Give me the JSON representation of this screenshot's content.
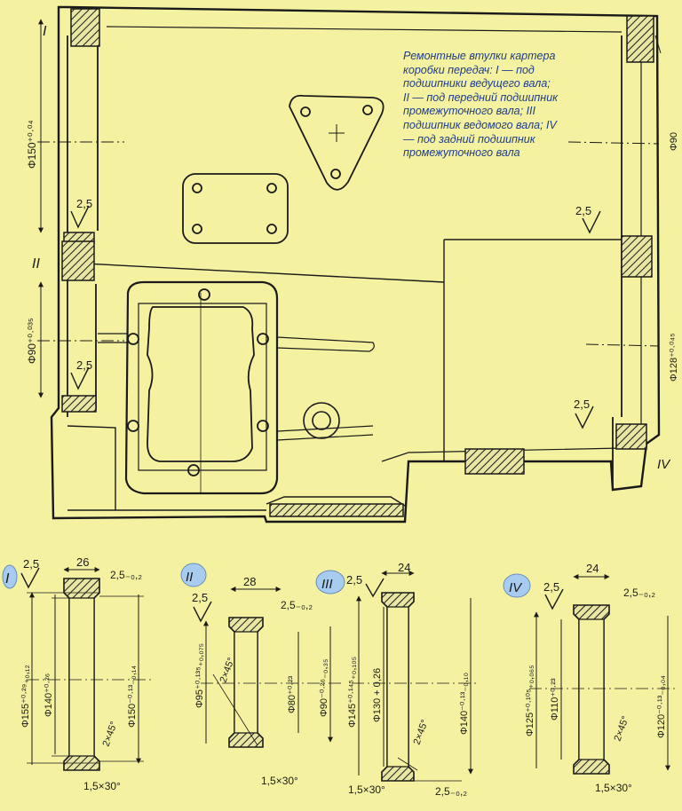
{
  "caption": {
    "lines": [
      "Ремонтные втулки картера",
      "коробки передач: I — под",
      "подшипники ведущего вала;",
      "II — под передний подшипник",
      "промежуточного вала; III",
      "подшипник ведомого вала; IV",
      "— под задний подшипник",
      "промежуточного вала"
    ]
  },
  "housing": {
    "marker_I": "I",
    "marker_II": "II",
    "marker_IV": "IV",
    "dim_150": "Φ150⁺⁰·⁰⁴",
    "dim_90": "Φ90⁺⁰·⁰³⁵",
    "dim_right_top": "Φ90",
    "dim_right_mid": "Φ128⁺⁰·⁰⁴⁵",
    "roughness": "2,5"
  },
  "bushing_I": {
    "label": "I",
    "roughness": "2,5",
    "width": "26",
    "wall": "2,5₋₀,₂",
    "d_outer_flange": "Φ155⁺⁰·²⁹₊₀,₁₂",
    "d_inner": "Φ140⁺⁰·²⁶",
    "d_outer": "Φ150⁻⁰·¹³₋₀,₁₄",
    "chamfer": "2×45°",
    "chamfer_bottom": "1,5×30°"
  },
  "bushing_II": {
    "label": "II",
    "roughness": "2,5",
    "width": "28",
    "wall": "2,5₋₀,₂",
    "d_outer_flange": "Φ95⁺⁰·¹³⁵₊₀,₀₇₅",
    "d_inner": "Φ80⁺⁰·²³",
    "d_outer": "Φ90⁻⁰·²⁶₋₀,₃₅",
    "chamfer": "2×45°",
    "chamfer_bottom": "1,5×30°"
  },
  "bushing_III": {
    "label": "III",
    "roughness": "2,5",
    "width": "24",
    "d_outer_flange": "Φ145⁺⁰·¹⁴⁵₊₀,₁₀₅",
    "d_inner": "Φ130 + 0,26",
    "d_outer": "Φ140⁻⁰·¹³₋₀,₁₀",
    "chamfer": "2×45°",
    "chamfer_bottom": "1,5×30°",
    "wall_bottom": "2,5₋₀,₂"
  },
  "bushing_IV": {
    "label": "IV",
    "roughness": "2,5",
    "width": "24",
    "wall": "2,5₋₀,₂",
    "d_outer_flange": "Φ125⁺⁰·¹⁰⁵₊₀,₀₆₅",
    "d_inner": "Φ110⁺⁰·²³",
    "d_outer": "Φ120⁻⁰·¹³₋₀,₀₄",
    "chamfer": "2×45°",
    "chamfer_bottom": "1,5×30°"
  },
  "colors": {
    "background": "#f4f2a0",
    "ink": "#1a1a1a",
    "caption": "#1f3c8a",
    "label_circle": "#a8ccf0"
  }
}
